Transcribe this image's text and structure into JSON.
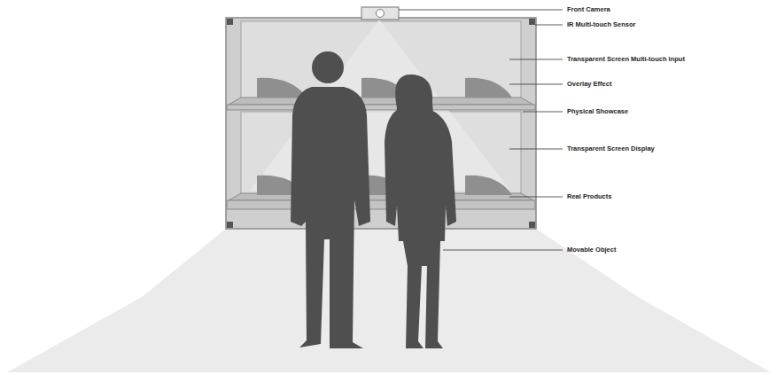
{
  "diagram": {
    "labels": [
      "Front Camera",
      "IR Multi-touch Sensor",
      "Transparent Screen Multi-touch Input",
      "Overlay Effect",
      "Physical Showcase",
      "Transparent Screen Display",
      "Real Products",
      "Movable Object"
    ]
  }
}
